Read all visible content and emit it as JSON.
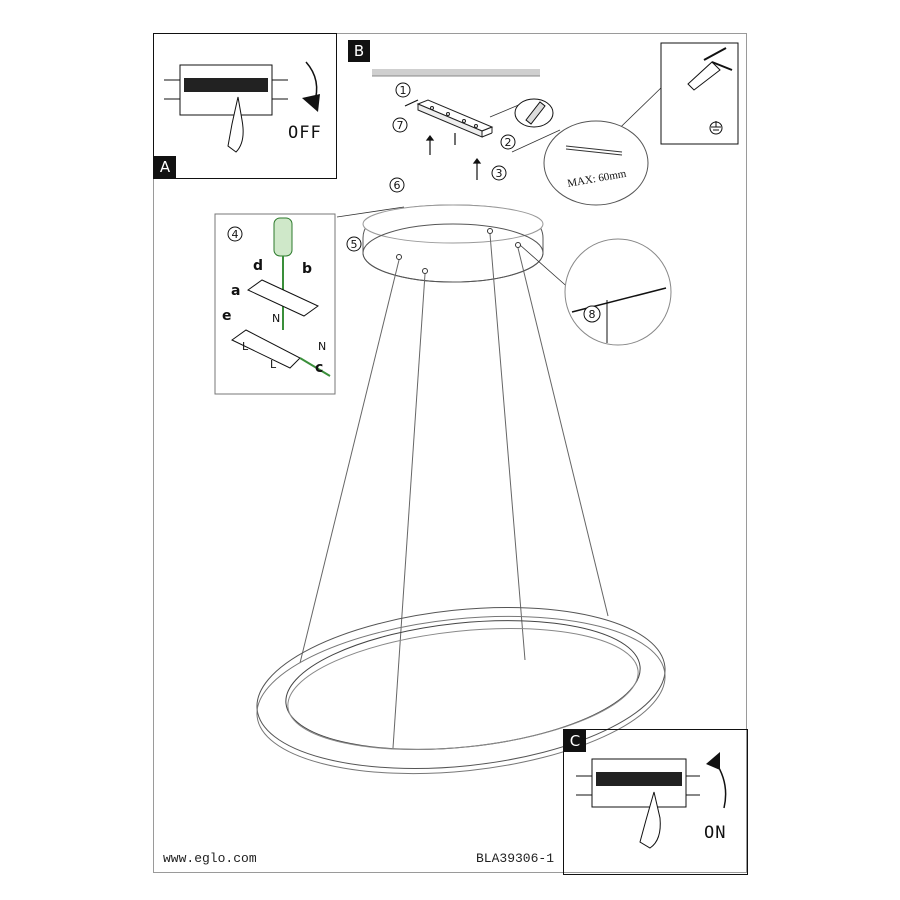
{
  "panels": {
    "a": {
      "tag": "A",
      "action": "OFF"
    },
    "b": {
      "tag": "B"
    },
    "c": {
      "tag": "C",
      "action": "ON"
    }
  },
  "callouts": {
    "steps": [
      "1",
      "2",
      "3",
      "4",
      "5",
      "6",
      "7",
      "8"
    ],
    "wire_letters": [
      "a",
      "b",
      "c",
      "d",
      "e"
    ],
    "max_strip": "MAX: 60mm",
    "terminal_marks": [
      "N",
      "N",
      "L",
      "L"
    ]
  },
  "footer": {
    "website": "www.eglo.com",
    "code": "BLA39306-1"
  },
  "icons": [
    "circuit-breaker-icon",
    "hand-icon",
    "arrow-icon",
    "screwdriver-icon",
    "wire-stripper-icon",
    "ground-symbol-icon",
    "wall-plug-icon",
    "screw-icon"
  ]
}
